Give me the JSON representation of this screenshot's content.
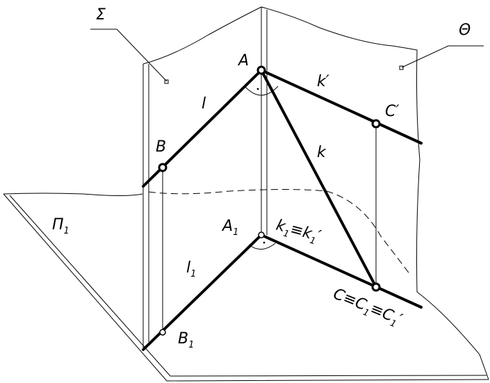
{
  "labels": {
    "sigma": "Σ",
    "theta": "Θ",
    "pi": "Π",
    "pi_sub": "1",
    "A": "A",
    "A1": "A",
    "A1_sub": "1",
    "B": "B",
    "B1": "B",
    "B1_sub": "1",
    "l": "l",
    "l1": "l",
    "l1_sub": "1",
    "k": "k",
    "k_prime": "k′",
    "C_prime": "C′",
    "k1": "k",
    "k1_sub": "1",
    "k1_eq": "≡k",
    "k1_eq_sub": "1",
    "k1_prime": "′",
    "C": "C≡C",
    "C_sub": "1",
    "C_eq": "≡C",
    "C_eq_sub": "1",
    "C_prime_tail": "′"
  }
}
